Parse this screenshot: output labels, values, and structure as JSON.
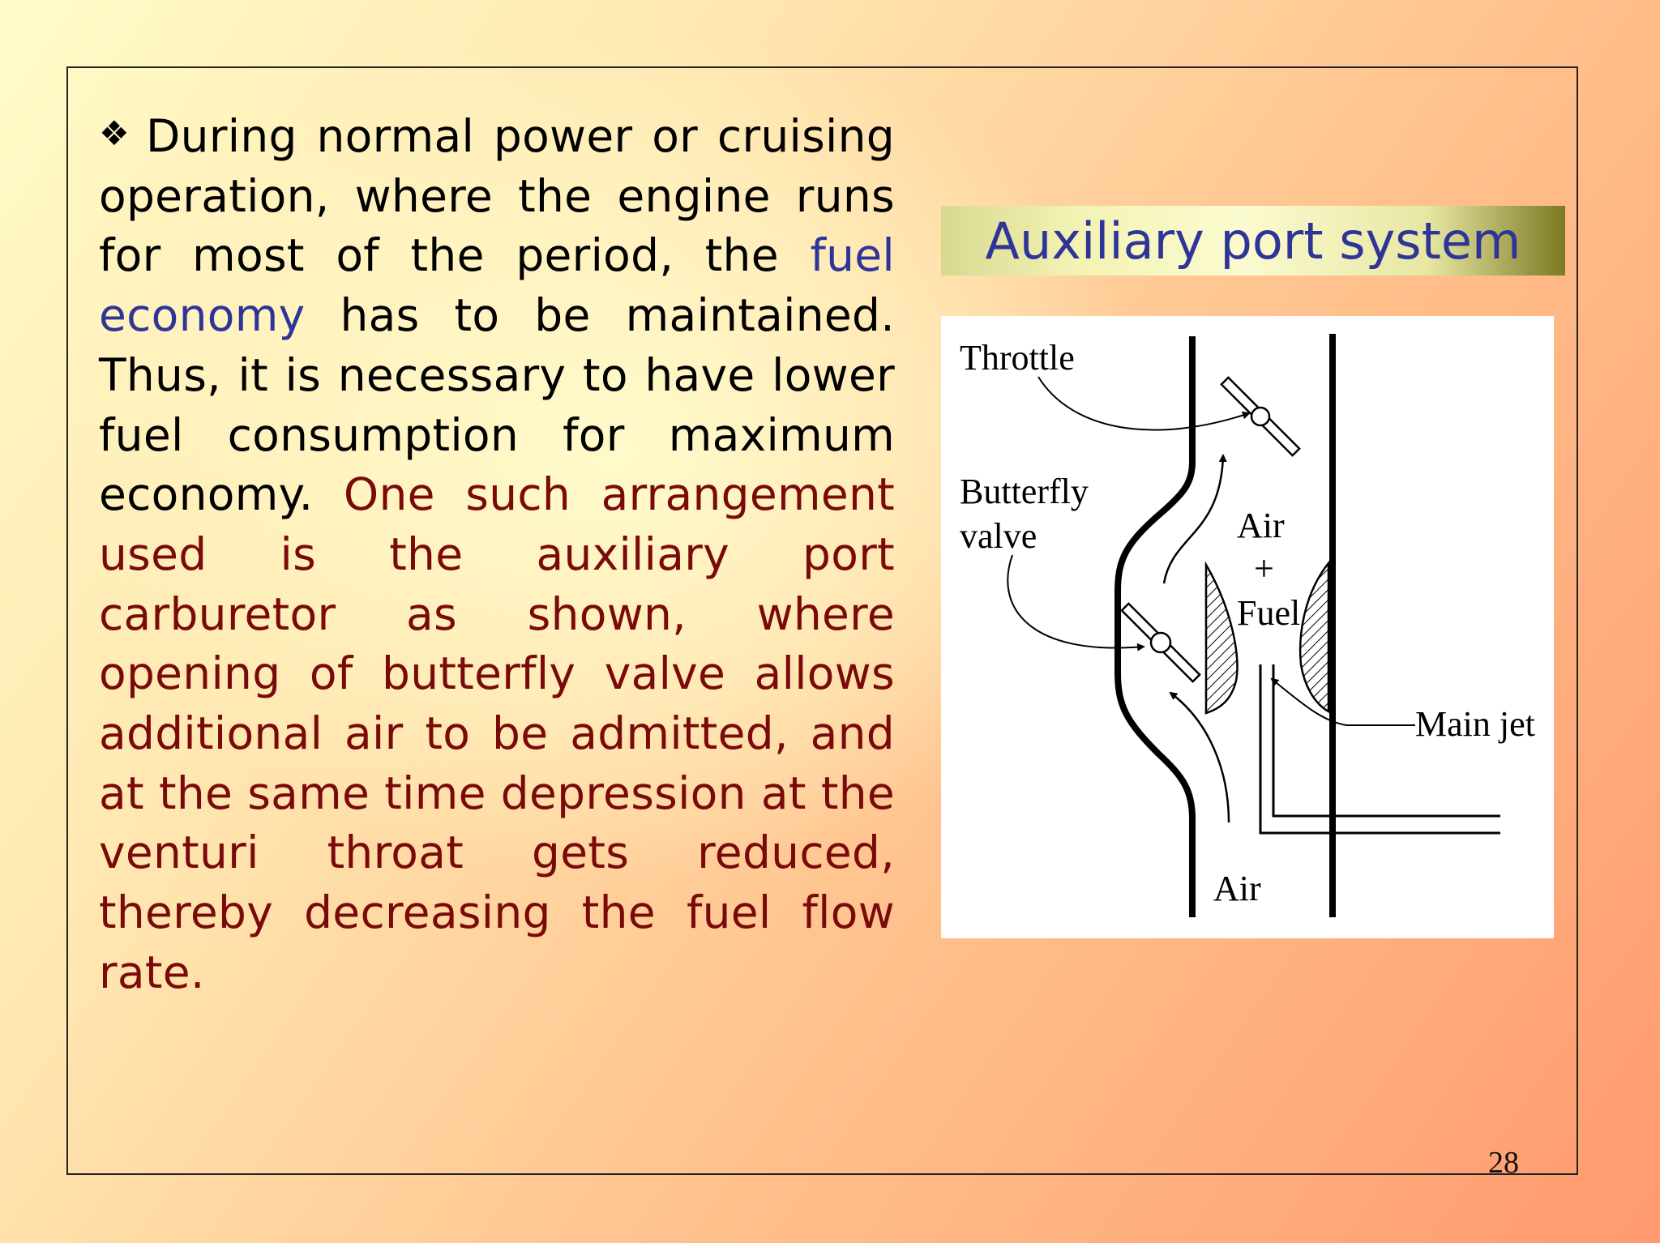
{
  "slide": {
    "bullet_symbol": "❖",
    "text_part1": "During normal power or cruising operation, where the engine runs for most of the period, the ",
    "text_highlight": "fuel economy",
    "text_part2": " has to be maintained. Thus, it is necessary to have lower fuel consumption for maximum economy. ",
    "text_part3": "One such arrangement used is the auxiliary port carburetor as shown, where opening of butterfly valve allows additional air to be admitted, and at the same time depression at the venturi throat gets reduced, thereby decreasing the fuel flow rate.",
    "banner_title": "Auxiliary port system",
    "page_number": "28"
  },
  "diagram": {
    "labels": {
      "throttle": "Throttle",
      "butterfly_line1": "Butterfly",
      "butterfly_line2": "valve",
      "air_top": "Air",
      "plus": "+",
      "fuel": "Fuel",
      "main_jet": "Main jet",
      "air_bottom": "Air"
    }
  },
  "colors": {
    "blue_text": "#2e3596",
    "red_text": "#7a0a0a",
    "body_text": "#000000"
  }
}
